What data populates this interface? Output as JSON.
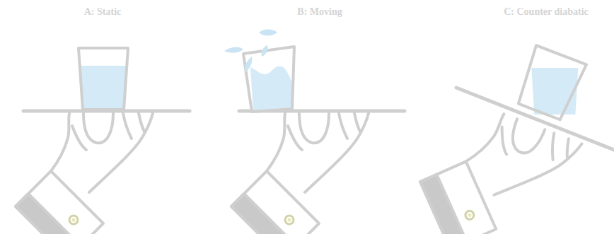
{
  "diagram": {
    "labels": [
      "A: Static",
      "B: Moving",
      "C: Counter diabatic"
    ]
  }
}
